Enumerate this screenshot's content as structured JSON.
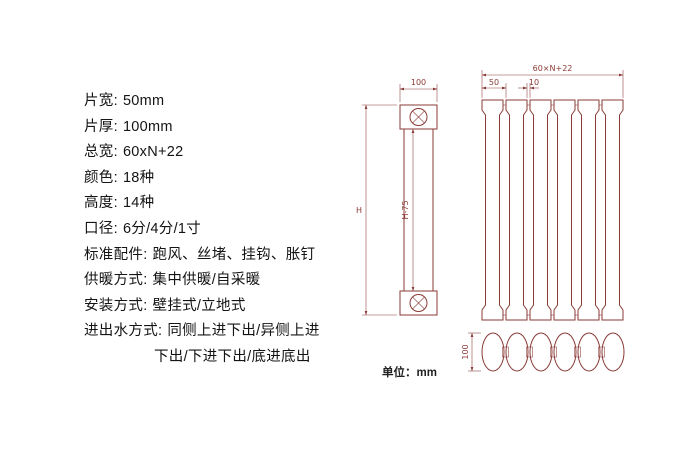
{
  "specs": {
    "items": [
      {
        "label": "片宽:",
        "value": "50mm"
      },
      {
        "label": "片厚:",
        "value": "100mm"
      },
      {
        "label": "总宽:",
        "value": "60xN+22"
      },
      {
        "label": "颜色:",
        "value": "18种"
      },
      {
        "label": "高度:",
        "value": "14种"
      },
      {
        "label": "口径:",
        "value": "6分/4分/1寸"
      },
      {
        "label": "标准配件:",
        "value": "跑风、丝堵、挂钩、胀钉"
      },
      {
        "label": "供暖方式:",
        "value": "集中供暖/自采暖"
      },
      {
        "label": "安装方式:",
        "value": "壁挂式/立地式"
      },
      {
        "label": "进出水方式:",
        "value": "同侧上进下出/异侧上进"
      }
    ],
    "continuation": "下出/下进下出/底进底出"
  },
  "drawing": {
    "front_view": {
      "width_dim": "100",
      "height_dim": "H",
      "inner_height_dim": "H-75"
    },
    "side_view": {
      "total_width_dim": "60×N+22",
      "section_dim": "50",
      "gap_dim": "10"
    },
    "top_view": {
      "depth_dim": "100"
    },
    "unit_label": "单位：mm",
    "line_color": "#8a3a35"
  }
}
